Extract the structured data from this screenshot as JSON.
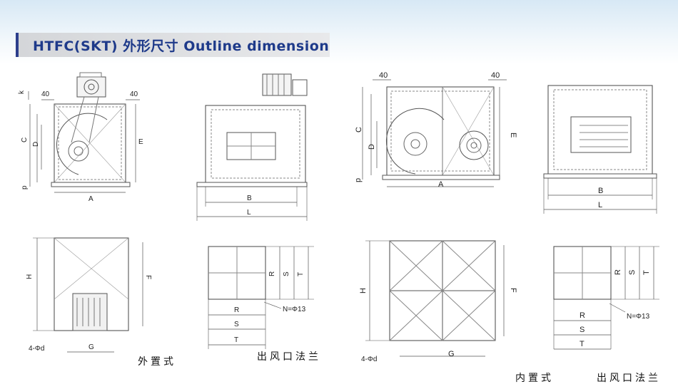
{
  "header": {
    "title": "HTFC(SKT) 外形尺寸  Outline dimension"
  },
  "captions": {
    "external": "外置式",
    "outlet_flange_1": "出风口法兰",
    "internal": "内置式",
    "outlet_flange_2": "出风口法兰"
  },
  "dims": {
    "k": "k",
    "c": "C",
    "d": "D",
    "p": "p",
    "e": "E",
    "a": "A",
    "b": "B",
    "l": "L",
    "h": "H",
    "f": "F",
    "g": "G",
    "r": "R",
    "s": "S",
    "t": "T",
    "n40": "40",
    "holes": "4-Φd",
    "flange_holes": "N=Φ13"
  }
}
